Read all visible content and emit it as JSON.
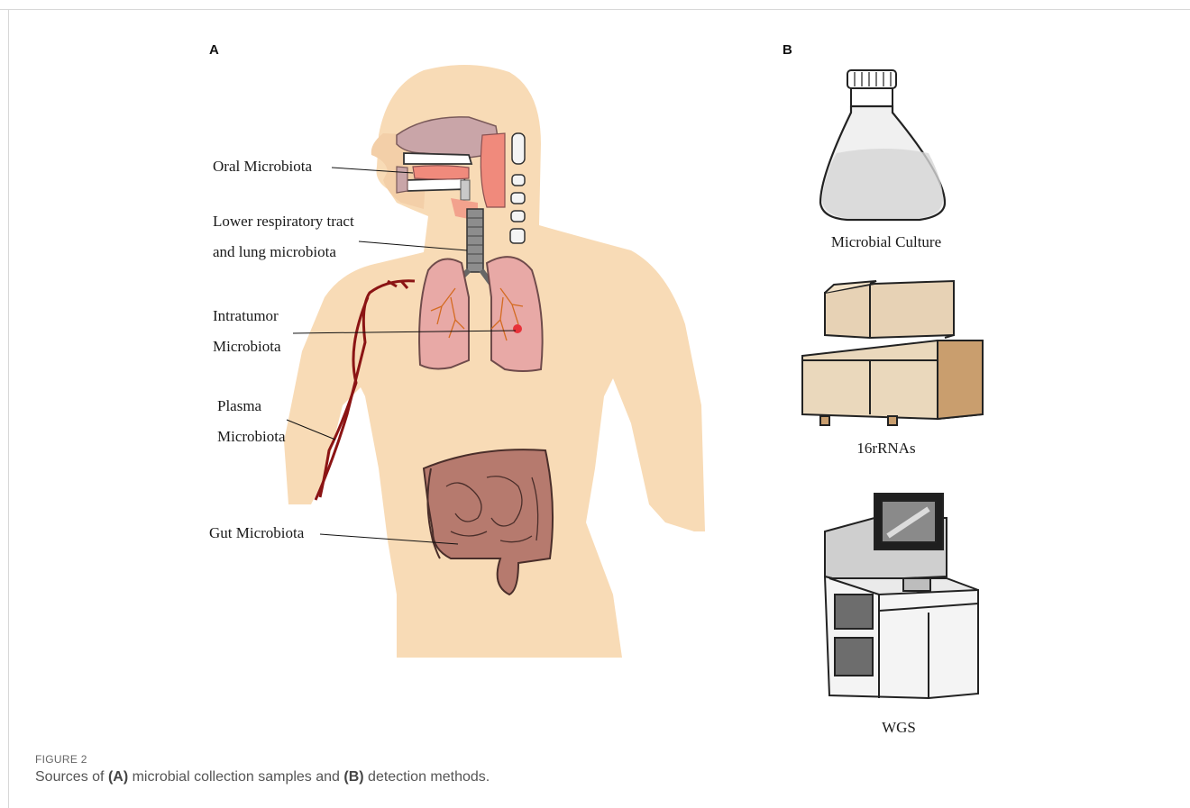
{
  "panels": {
    "a_label": "A",
    "b_label": "B"
  },
  "panel_a": {
    "labels": {
      "oral": "Oral Microbiota",
      "lower_resp_1": "Lower respiratory tract",
      "lower_resp_2": "and lung microbiota",
      "intratumor_1": "Intratumor",
      "intratumor_2": "Microbiota",
      "plasma_1": "Plasma",
      "plasma_2": "Microbiota",
      "gut": "Gut Microbiota"
    },
    "colors": {
      "skin": "#f8dbb6",
      "lung": "#e8a9a6",
      "gut": "#b67a6e",
      "vessel": "#8b1414",
      "tumor": "#e8323a"
    }
  },
  "panel_b": {
    "methods": {
      "culture": "Microbial Culture",
      "rrna": "16rRNAs",
      "wgs": "WGS"
    }
  },
  "caption": {
    "figure_label": "FIGURE 2",
    "pre": "Sources of ",
    "a": "(A)",
    "mid": " microbial collection samples and ",
    "b": "(B)",
    "post": " detection methods."
  }
}
